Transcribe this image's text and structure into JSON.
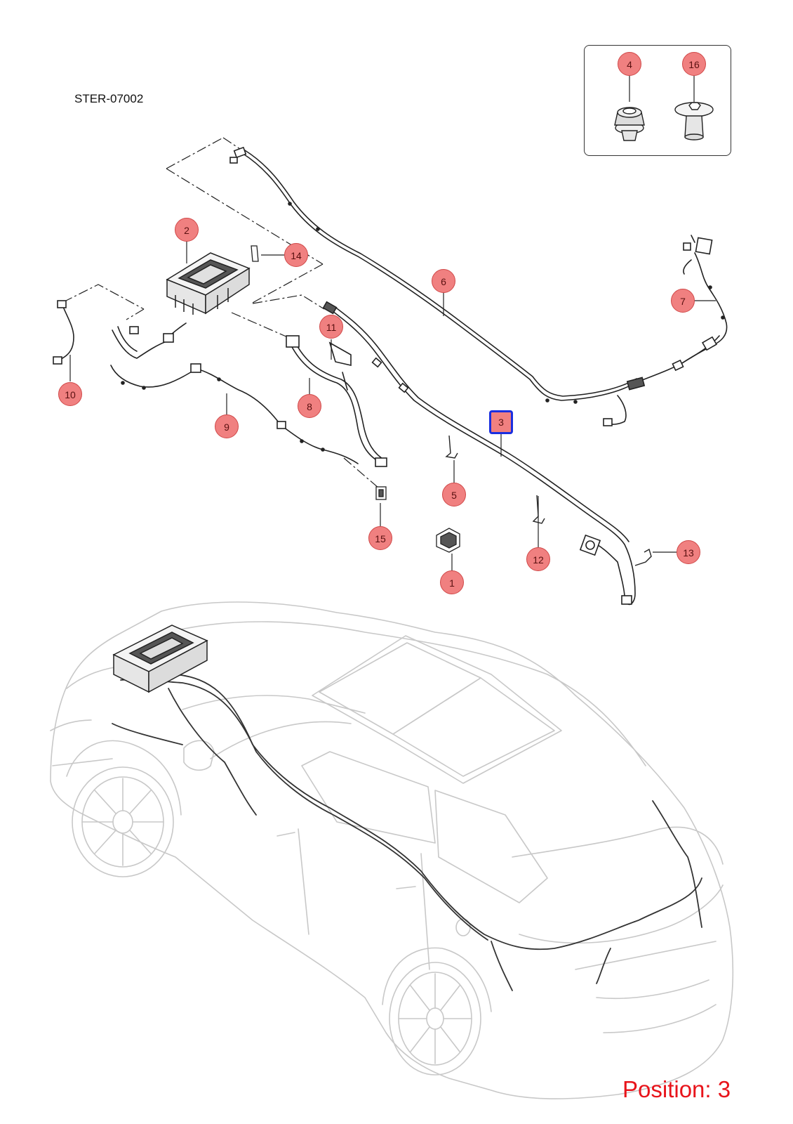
{
  "diagram": {
    "reference_code": "STER-07002",
    "position_label": "Position: 3",
    "selected_callout": "3",
    "colors": {
      "callout_fill": "#f08080",
      "callout_border": "#d04848",
      "selection_border": "#1a2fe0",
      "position_text": "#e8141b",
      "line_art": "#222222",
      "vehicle_outline": "#c8c8c8"
    },
    "callouts": [
      {
        "id": "1",
        "label": "1"
      },
      {
        "id": "2",
        "label": "2"
      },
      {
        "id": "3",
        "label": "3"
      },
      {
        "id": "4",
        "label": "4"
      },
      {
        "id": "5",
        "label": "5"
      },
      {
        "id": "6",
        "label": "6"
      },
      {
        "id": "7",
        "label": "7"
      },
      {
        "id": "8",
        "label": "8"
      },
      {
        "id": "9",
        "label": "9"
      },
      {
        "id": "10",
        "label": "10"
      },
      {
        "id": "11",
        "label": "11"
      },
      {
        "id": "12",
        "label": "12"
      },
      {
        "id": "13",
        "label": "13"
      },
      {
        "id": "14",
        "label": "14"
      },
      {
        "id": "15",
        "label": "15"
      },
      {
        "id": "16",
        "label": "16"
      }
    ]
  }
}
